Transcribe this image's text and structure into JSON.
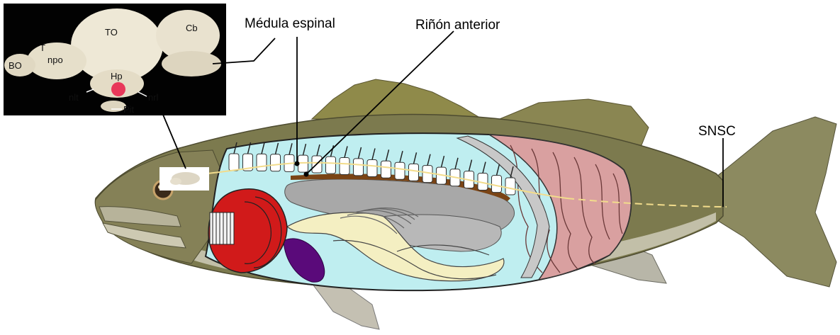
{
  "labels": {
    "medula": "Médula espinal",
    "rinon": "Riñón anterior",
    "snsc": "SNSC"
  },
  "brain_inset": {
    "TO": "TO",
    "Cb": "Cb",
    "T": "T",
    "BO": "BO",
    "npo": "npo",
    "Hp": "Hp",
    "nlt": "nlt",
    "nrl": "nrl",
    "Pit": "Pit"
  },
  "colors": {
    "body_cavity": "#bfeef0",
    "muscle": "#d9a0a0",
    "gill_red": "#d11a1a",
    "kidney": "#7a4415",
    "swim_bladder": "#a8a8a8",
    "intestine": "#f4efc2",
    "spleen": "#5a0a7a",
    "spinal_line": "#f2dc8c",
    "hp_dot": "#e8385a"
  }
}
